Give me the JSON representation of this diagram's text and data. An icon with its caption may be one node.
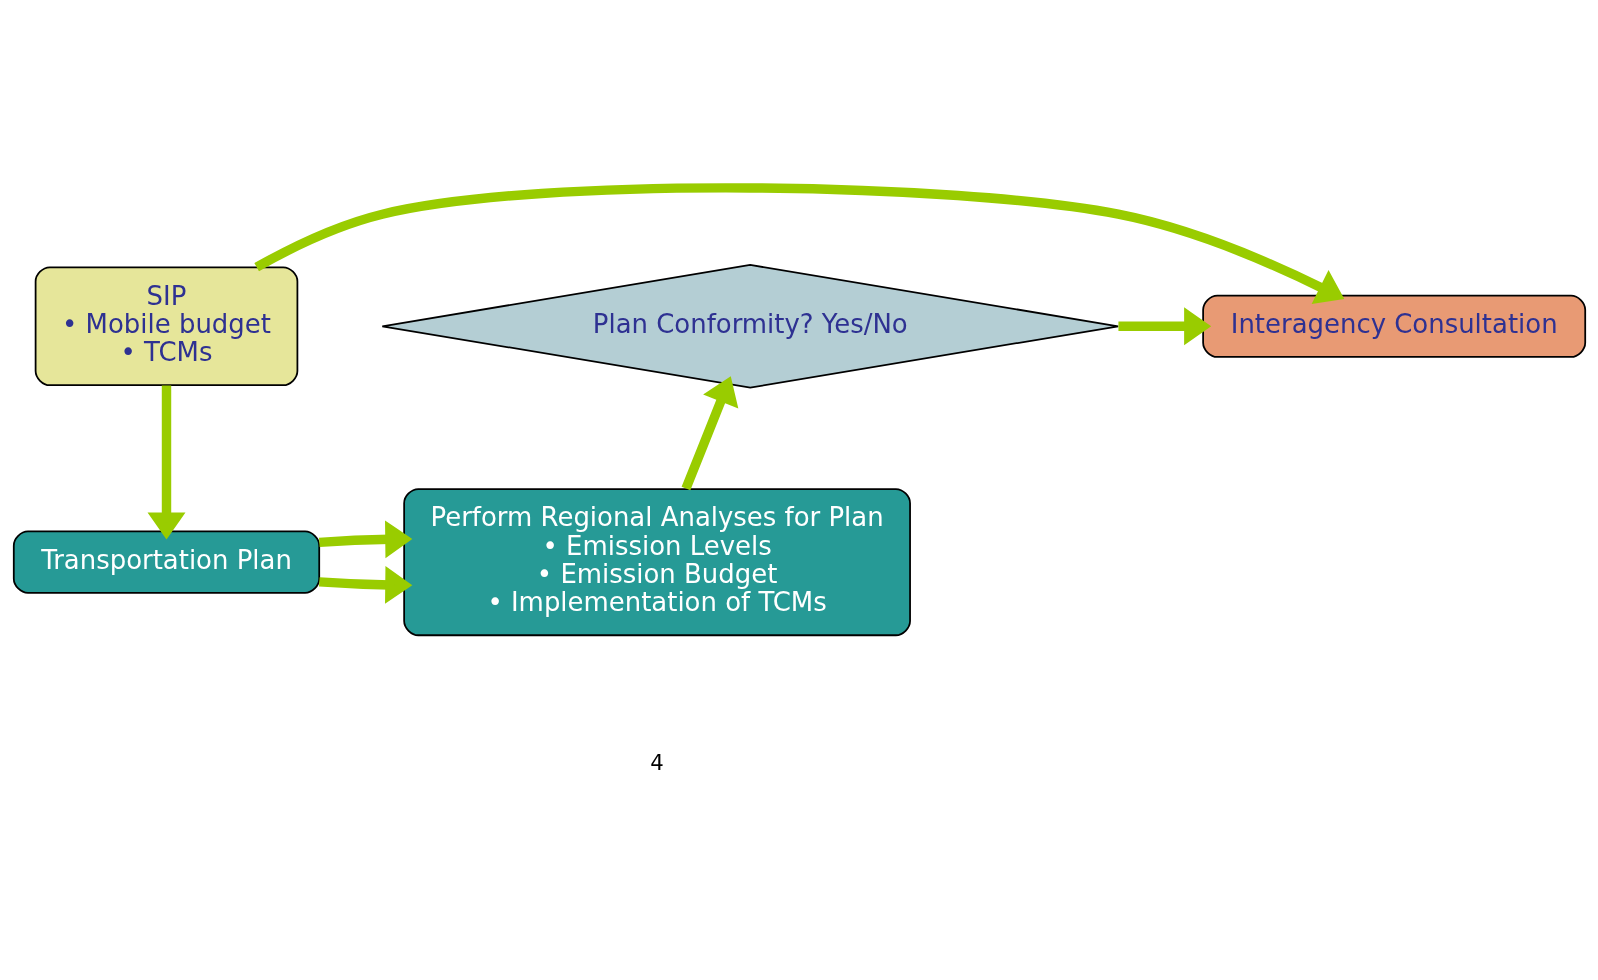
{
  "diagram": {
    "nodes": [
      {
        "text": [
          "SIP",
          "• Mobile budget",
          "• TCMs"
        ]
      },
      {
        "text": [
          "Interagency Consultation"
        ]
      },
      {
        "text": [
          "Plan Conformity? Yes/No"
        ]
      },
      {
        "text": [
          "Transportation Plan"
        ]
      },
      {
        "text": [
          "Perform Regional Analyses for Plan",
          "• Emission Levels",
          "• Emission Budget",
          "• Implementation of TCMs"
        ]
      }
    ],
    "edges": [
      {
        "from": 0,
        "to": 1,
        "arrow": "to"
      },
      {
        "from": 2,
        "to": 1,
        "arrow": "to"
      },
      {
        "from": 0,
        "to": 3,
        "arrow": "to"
      },
      {
        "from": 3,
        "to": 4,
        "arrow": "to"
      },
      {
        "from": 3,
        "to": 4,
        "arrow": "to"
      },
      {
        "from": 4,
        "to": 2,
        "arrow": "to"
      }
    ],
    "labels": [
      "4"
    ]
  }
}
